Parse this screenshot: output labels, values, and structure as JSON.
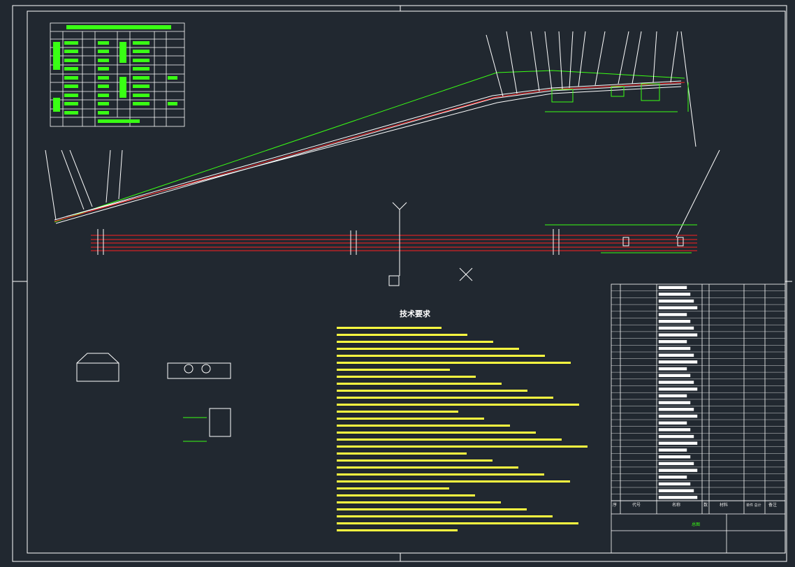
{
  "colors": {
    "background": "#212830",
    "line_white": "#ffffff",
    "line_green": "#39ff14",
    "line_red": "#ff2020",
    "line_yellow": "#ffff40",
    "line_magenta": "#ff40ff",
    "line_cyan": "#40ffff"
  },
  "drawing": {
    "tech_requirements_title": "技术要求",
    "parts_header": {
      "seq": "序",
      "code": "代号",
      "name": "名称",
      "qty": "数",
      "material": "材料",
      "weight": "单件 总计",
      "remark": "备注"
    },
    "title_block": {
      "general_drawing": "总图"
    }
  },
  "icons": {
    "ucs": "ucs-icon",
    "crosshair": "crosshair-icon"
  }
}
